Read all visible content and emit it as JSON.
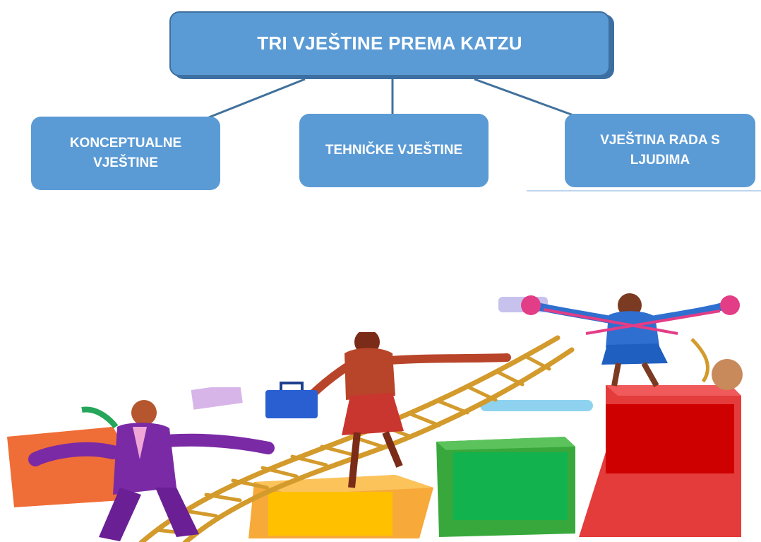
{
  "diagram": {
    "title": "TRI VJEŠTINE PREMA KATZU",
    "nodes": [
      {
        "id": "conceptual",
        "label": "KONCEPTUALNE VJEŠTINE"
      },
      {
        "id": "technical",
        "label": "TEHNIČKE VJEŠTINE"
      },
      {
        "id": "people",
        "label": "VJEŠTINA RADA S LJUDIMA"
      }
    ],
    "edges": [
      {
        "from": "title",
        "to": "conceptual"
      },
      {
        "from": "title",
        "to": "technical"
      },
      {
        "from": "title",
        "to": "people"
      }
    ]
  },
  "illustration": {
    "subject": "people climbing a ladder onto rising colored blocks",
    "block_colors": {
      "yellow": "#ffc000",
      "green": "#00b050",
      "red": "#d40000"
    }
  },
  "colors": {
    "node_fill": "#5b9bd5",
    "node_text": "#ffffff",
    "connector": "#41719c"
  }
}
